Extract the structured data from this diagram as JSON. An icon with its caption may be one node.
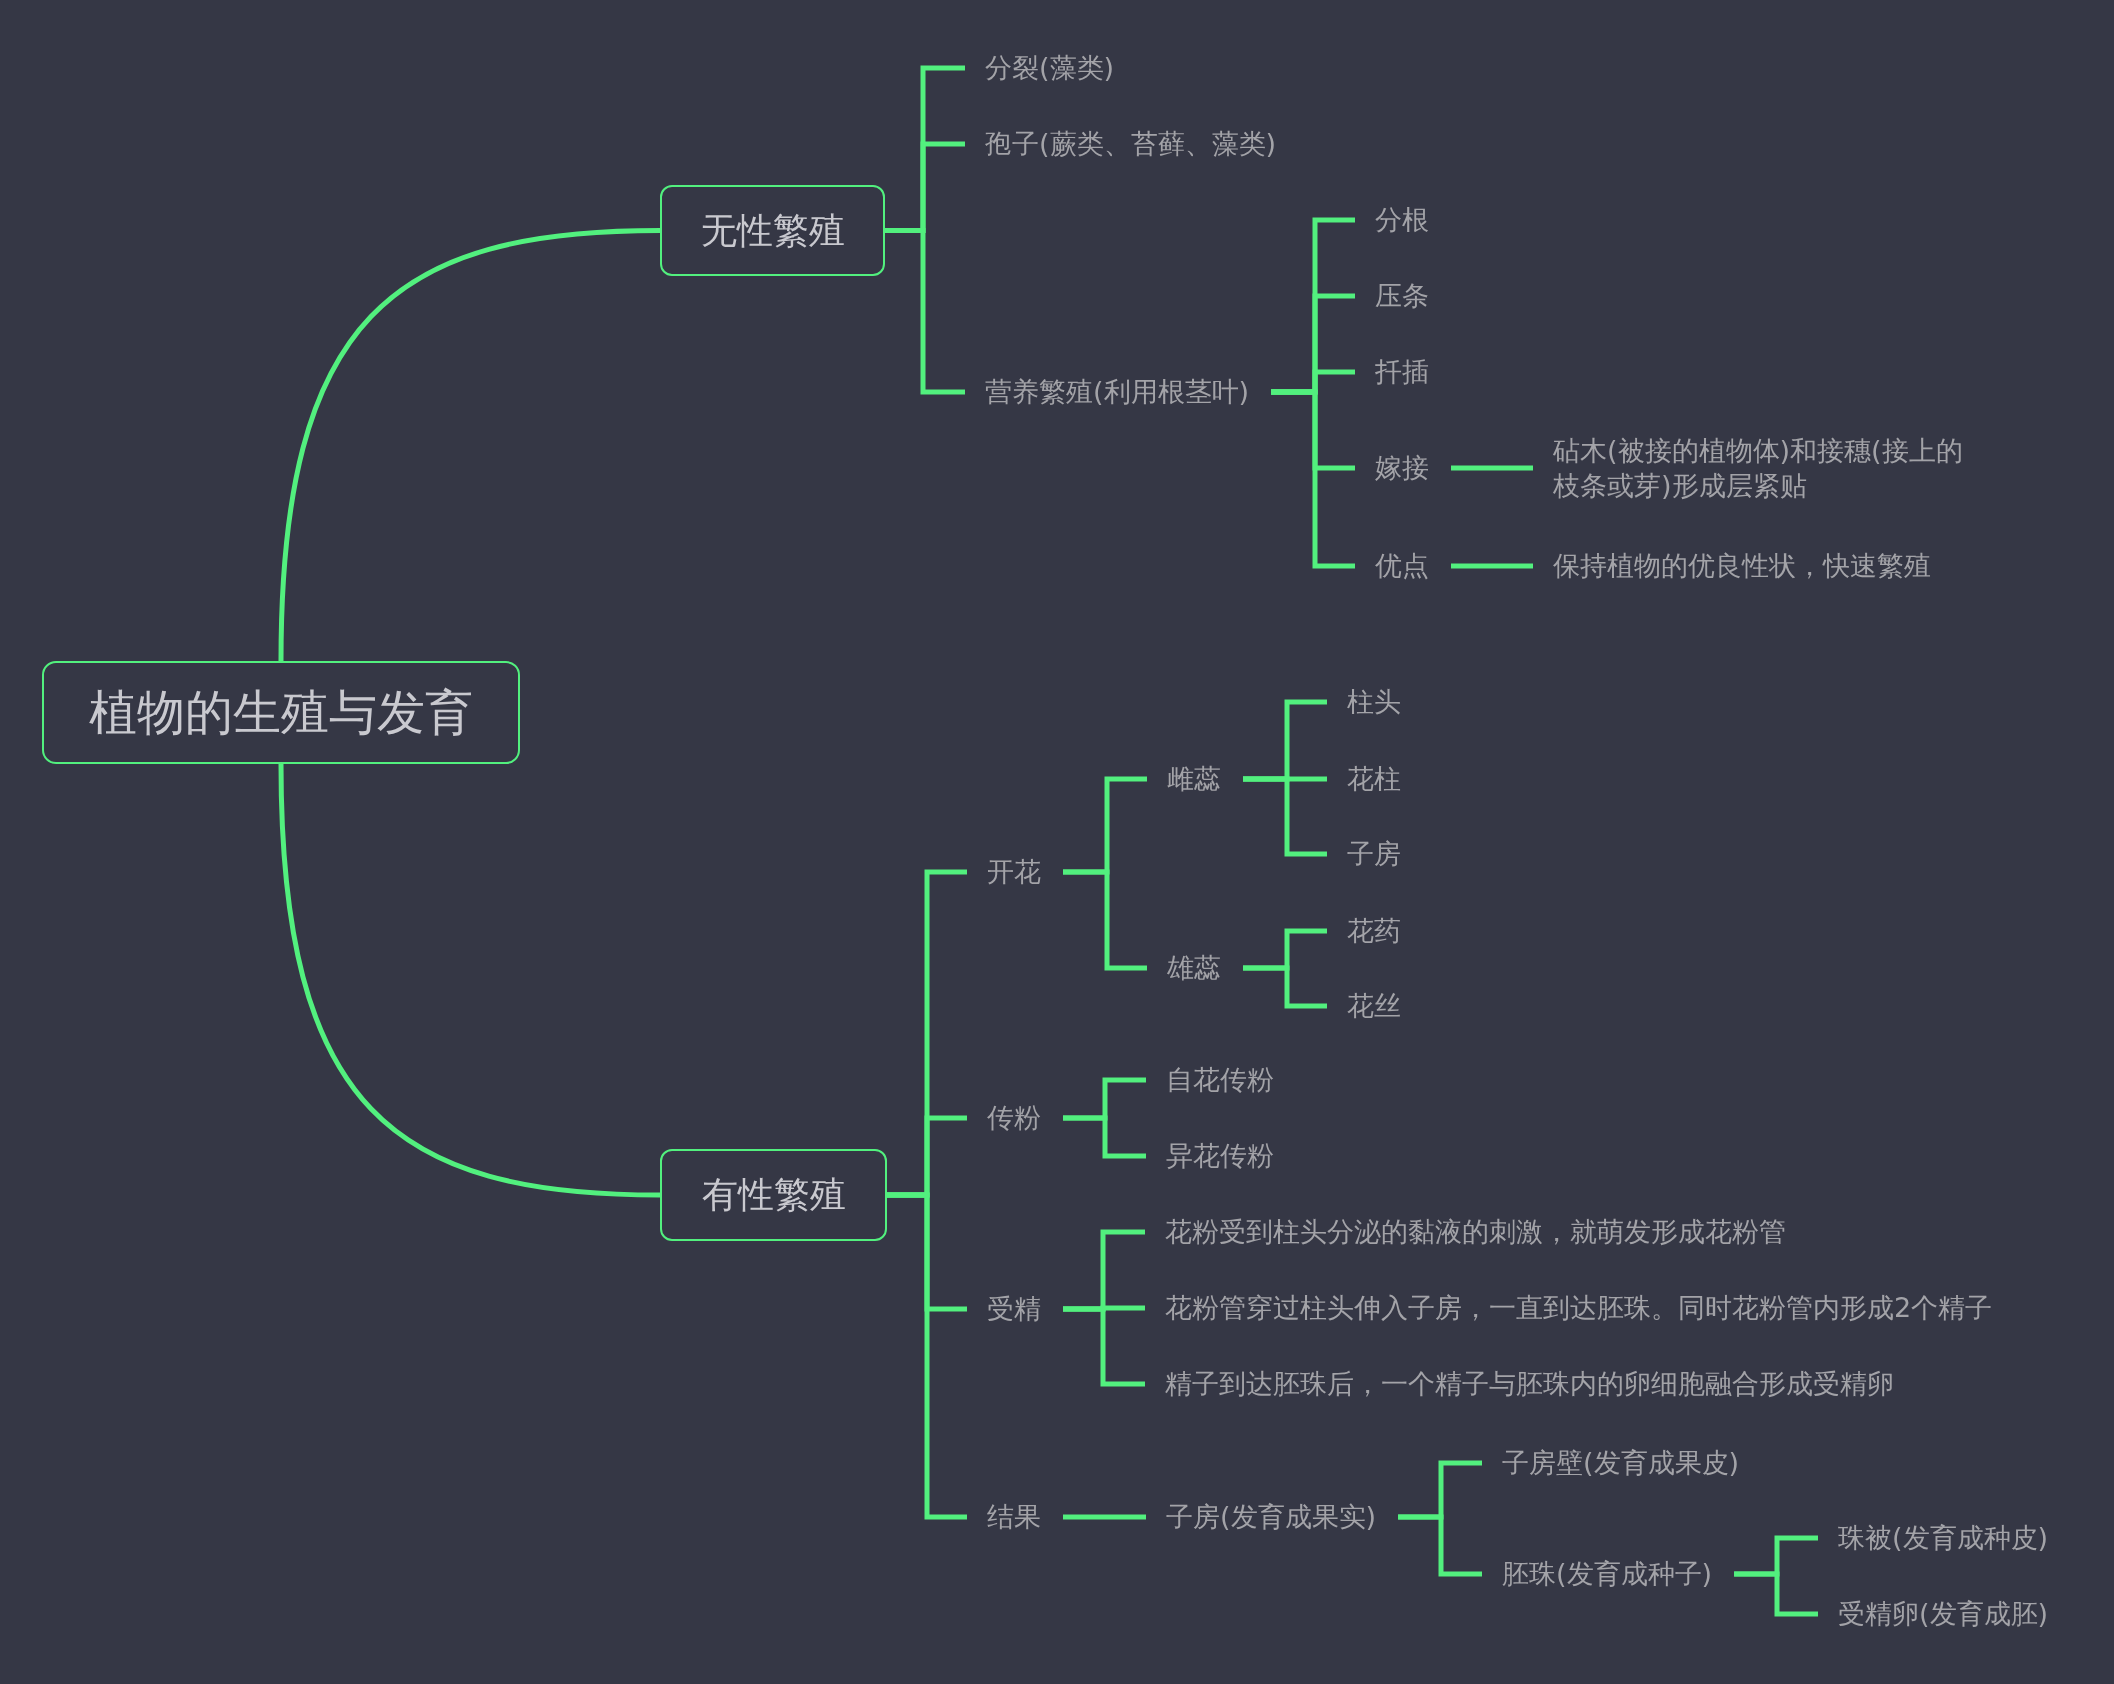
{
  "diagram": {
    "nodes": [
      {
        "text": [
          "植物的生殖与发育"
        ]
      },
      {
        "text": [
          "无性繁殖"
        ]
      },
      {
        "text": [
          "分裂(藻类)"
        ]
      },
      {
        "text": [
          "孢子(蕨类、苔藓、藻类)"
        ]
      },
      {
        "text": [
          "营养繁殖(利用根茎叶)"
        ]
      },
      {
        "text": [
          "分根"
        ]
      },
      {
        "text": [
          "压条"
        ]
      },
      {
        "text": [
          "扦插"
        ]
      },
      {
        "text": [
          "嫁接"
        ]
      },
      {
        "text": [
          "砧木(被接的植物体)和接穗(接上的枝条或芽)形成层紧贴"
        ]
      },
      {
        "text": [
          "优点"
        ]
      },
      {
        "text": [
          "保持植物的优良性状，快速繁殖"
        ]
      },
      {
        "text": [
          "有性繁殖"
        ]
      },
      {
        "text": [
          "开花"
        ]
      },
      {
        "text": [
          "雌蕊"
        ]
      },
      {
        "text": [
          "柱头"
        ]
      },
      {
        "text": [
          "花柱"
        ]
      },
      {
        "text": [
          "子房"
        ]
      },
      {
        "text": [
          "雄蕊"
        ]
      },
      {
        "text": [
          "花药"
        ]
      },
      {
        "text": [
          "花丝"
        ]
      },
      {
        "text": [
          "传粉"
        ]
      },
      {
        "text": [
          "自花传粉"
        ]
      },
      {
        "text": [
          "异花传粉"
        ]
      },
      {
        "text": [
          "受精"
        ]
      },
      {
        "text": [
          "花粉受到柱头分泌的黏液的刺激，就萌发形成花粉管"
        ]
      },
      {
        "text": [
          "花粉管穿过柱头伸入子房，一直到达胚珠。同时花粉管内形成2个精子"
        ]
      },
      {
        "text": [
          "精子到达胚珠后，一个精子与胚珠内的卵细胞融合形成受精卵"
        ]
      },
      {
        "text": [
          "结果"
        ]
      },
      {
        "text": [
          "子房(发育成果实)"
        ]
      },
      {
        "text": [
          "子房壁(发育成果皮)"
        ]
      },
      {
        "text": [
          "胚珠(发育成种子)"
        ]
      },
      {
        "text": [
          "珠被(发育成种皮)"
        ]
      },
      {
        "text": [
          "受精卵(发育成胚)"
        ]
      }
    ],
    "edges": [
      {
        "from": 0,
        "to": 1,
        "arrow": "none"
      },
      {
        "from": 0,
        "to": 12,
        "arrow": "none"
      },
      {
        "from": 1,
        "to": 2,
        "arrow": "none"
      },
      {
        "from": 1,
        "to": 3,
        "arrow": "none"
      },
      {
        "from": 1,
        "to": 4,
        "arrow": "none"
      },
      {
        "from": 4,
        "to": 5,
        "arrow": "none"
      },
      {
        "from": 4,
        "to": 6,
        "arrow": "none"
      },
      {
        "from": 4,
        "to": 7,
        "arrow": "none"
      },
      {
        "from": 4,
        "to": 8,
        "arrow": "none"
      },
      {
        "from": 4,
        "to": 10,
        "arrow": "none"
      },
      {
        "from": 8,
        "to": 9,
        "arrow": "none"
      },
      {
        "from": 10,
        "to": 11,
        "arrow": "none"
      },
      {
        "from": 12,
        "to": 13,
        "arrow": "none"
      },
      {
        "from": 12,
        "to": 21,
        "arrow": "none"
      },
      {
        "from": 12,
        "to": 24,
        "arrow": "none"
      },
      {
        "from": 12,
        "to": 28,
        "arrow": "none"
      },
      {
        "from": 13,
        "to": 14,
        "arrow": "none"
      },
      {
        "from": 13,
        "to": 18,
        "arrow": "none"
      },
      {
        "from": 14,
        "to": 15,
        "arrow": "none"
      },
      {
        "from": 14,
        "to": 16,
        "arrow": "none"
      },
      {
        "from": 14,
        "to": 17,
        "arrow": "none"
      },
      {
        "from": 18,
        "to": 19,
        "arrow": "none"
      },
      {
        "from": 18,
        "to": 20,
        "arrow": "none"
      },
      {
        "from": 21,
        "to": 22,
        "arrow": "none"
      },
      {
        "from": 21,
        "to": 23,
        "arrow": "none"
      },
      {
        "from": 24,
        "to": 25,
        "arrow": "none"
      },
      {
        "from": 24,
        "to": 26,
        "arrow": "none"
      },
      {
        "from": 24,
        "to": 27,
        "arrow": "none"
      },
      {
        "from": 28,
        "to": 29,
        "arrow": "none"
      },
      {
        "from": 29,
        "to": 30,
        "arrow": "none"
      },
      {
        "from": 29,
        "to": 31,
        "arrow": "none"
      },
      {
        "from": 31,
        "to": 32,
        "arrow": "none"
      },
      {
        "from": 31,
        "to": 33,
        "arrow": "none"
      }
    ]
  }
}
